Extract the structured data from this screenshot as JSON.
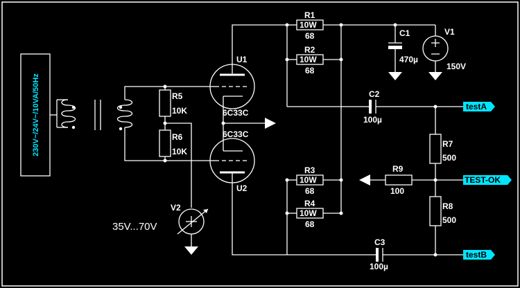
{
  "colors": {
    "background": "#000000",
    "wire": "#ffffff",
    "label_text": "#00e5ff",
    "port_fill": "#00e5ff"
  },
  "transformer": {
    "rating": "230V~/24V~/10VA/50Hz"
  },
  "tubes": {
    "u1": {
      "ref": "U1",
      "type": "6C33C"
    },
    "u2": {
      "ref": "U2",
      "type": "6C33C"
    }
  },
  "resistors": {
    "r1": {
      "ref": "R1",
      "power": "10W",
      "value": "68"
    },
    "r2": {
      "ref": "R2",
      "power": "10W",
      "value": "68"
    },
    "r3": {
      "ref": "R3",
      "power": "10W",
      "value": "68"
    },
    "r4": {
      "ref": "R4",
      "power": "10W",
      "value": "68"
    },
    "r5": {
      "ref": "R5",
      "value": "10K"
    },
    "r6": {
      "ref": "R6",
      "value": "10K"
    },
    "r7": {
      "ref": "R7",
      "value": "500"
    },
    "r8": {
      "ref": "R8",
      "value": "500"
    },
    "r9": {
      "ref": "R9",
      "value": "100"
    }
  },
  "capacitors": {
    "c1": {
      "ref": "C1",
      "value": "470µ"
    },
    "c2": {
      "ref": "C2",
      "value": "100µ"
    },
    "c3": {
      "ref": "C3",
      "value": "100µ"
    }
  },
  "sources": {
    "v1": {
      "ref": "V1",
      "value": "150V"
    },
    "v2": {
      "ref": "V2",
      "value": "35V...70V"
    }
  },
  "ports": {
    "test_a": "testA",
    "test_ok": "TEST-OK",
    "test_b": "testB"
  }
}
